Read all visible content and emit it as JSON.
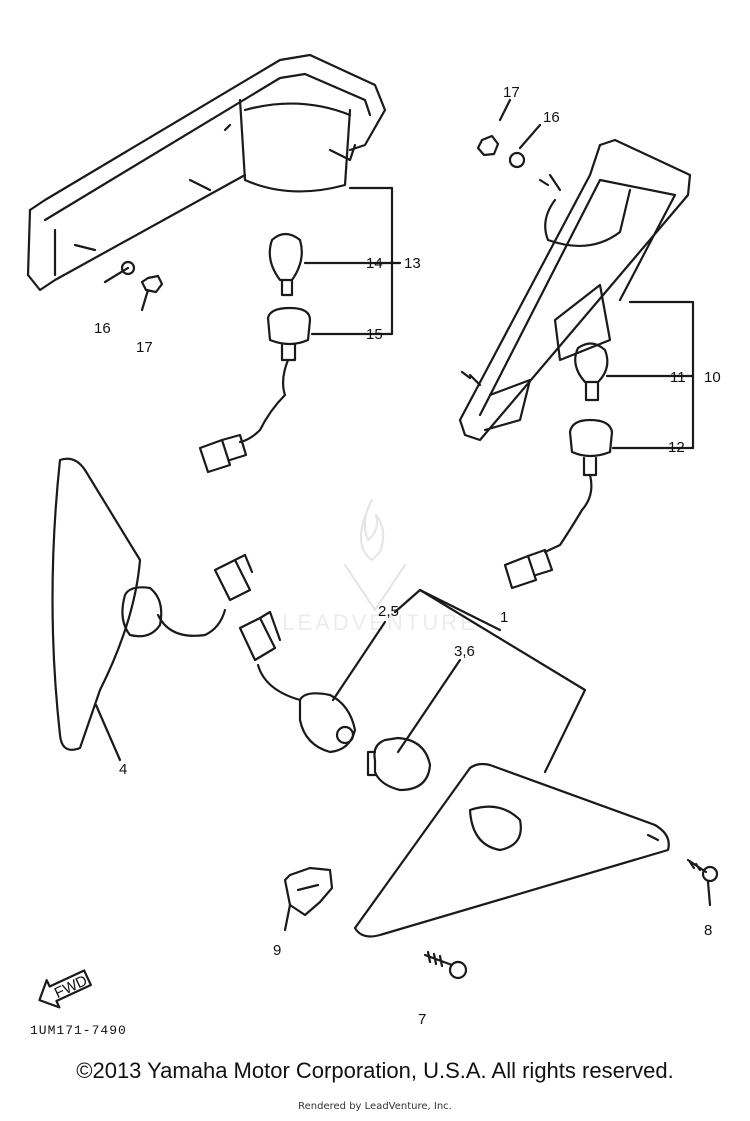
{
  "diagram_code": "1UM171-7490",
  "callouts": {
    "c1": "1",
    "c2_5": "2,5",
    "c3_6": "3,6",
    "c4": "4",
    "c7": "7",
    "c8": "8",
    "c9": "9",
    "c10": "10",
    "c11": "11",
    "c12": "12",
    "c13": "13",
    "c14": "14",
    "c15": "15",
    "c16_left": "16",
    "c17_left": "17",
    "c16_right": "16",
    "c17_right": "17"
  },
  "arrow_label": "FWD",
  "watermark": "LEADVENTURE",
  "footer": {
    "copyright": "©2013 Yamaha Motor Corporation, U.S.A. All rights reserved.",
    "rendered_by": "Rendered by LeadVenture, Inc."
  }
}
